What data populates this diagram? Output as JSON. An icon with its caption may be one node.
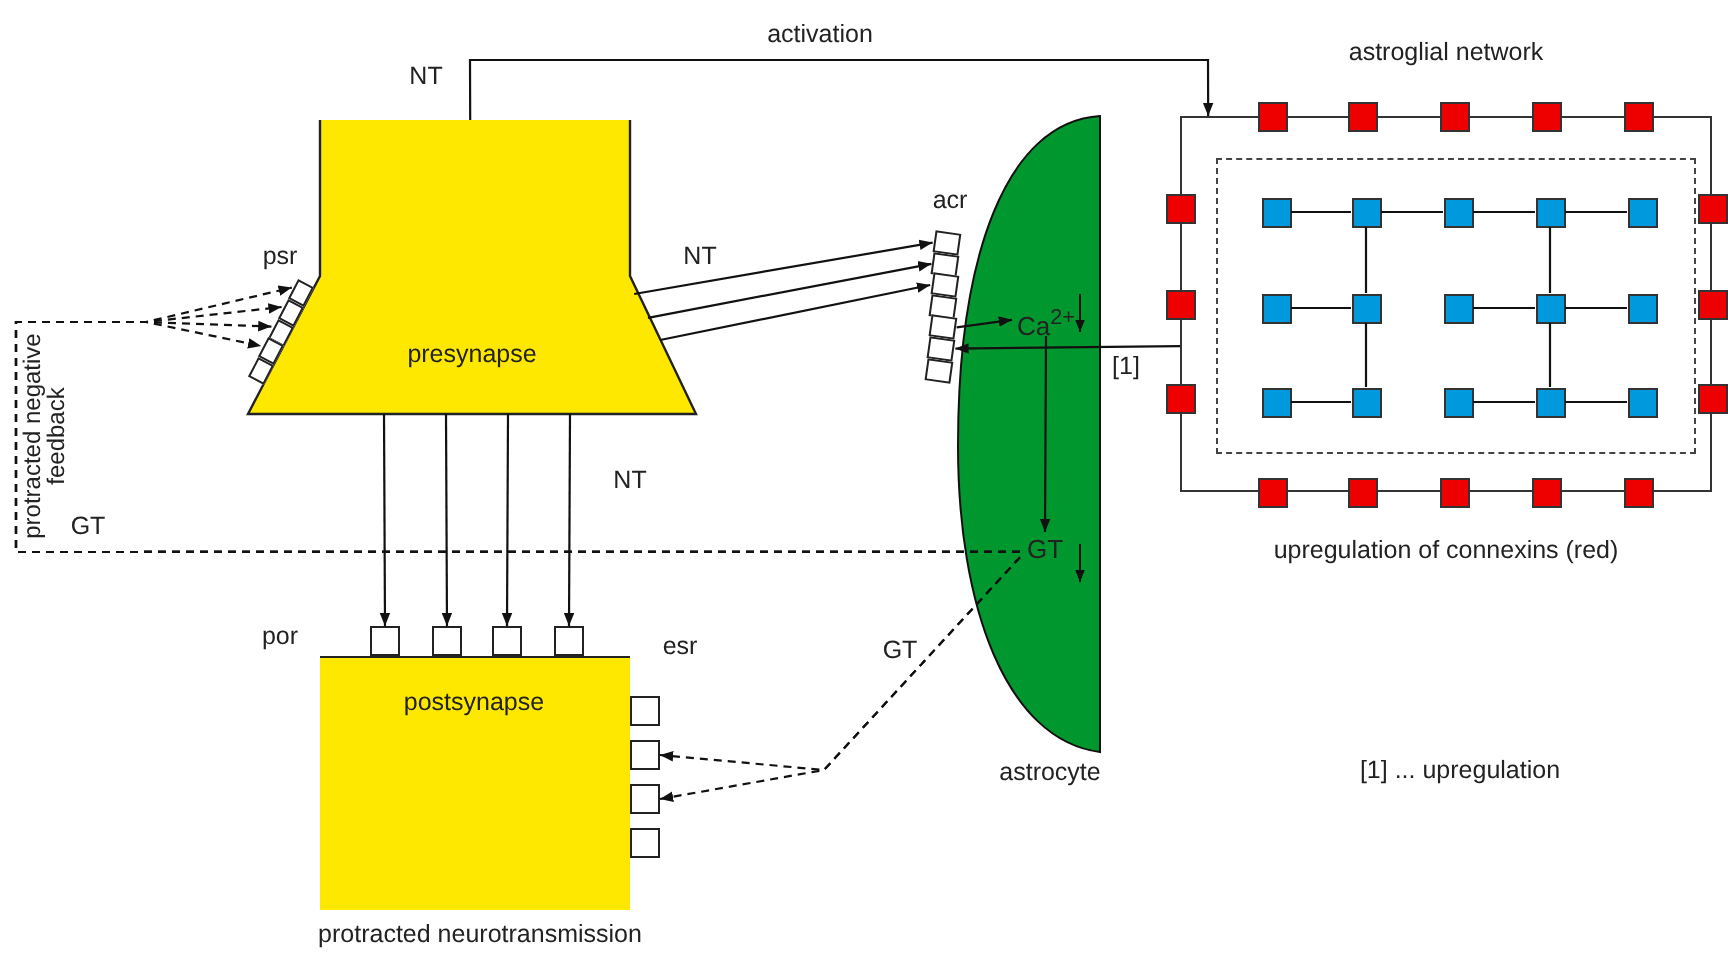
{
  "diagram": {
    "nodes": [
      {
        "text": [
          "presynapse"
        ]
      },
      {
        "text": [],
        "shape": "box"
      },
      {
        "text": [],
        "shape": "box"
      },
      {
        "text": [],
        "shape": "box"
      },
      {
        "text": [],
        "shape": "box"
      },
      {
        "text": [],
        "shape": "box"
      },
      {
        "text": [
          "postsynapse"
        ],
        "beside": [
          "protracted neurotransmission"
        ]
      },
      {
        "text": [],
        "shape": "box"
      },
      {
        "text": [],
        "shape": "box"
      },
      {
        "text": [],
        "shape": "box"
      },
      {
        "text": [],
        "shape": "box"
      },
      {
        "text": [],
        "shape": "box"
      },
      {
        "text": [],
        "shape": "box"
      },
      {
        "text": [],
        "shape": "box"
      },
      {
        "text": [],
        "shape": "box"
      },
      {
        "text": [],
        "shape": "ellipse",
        "beside": [
          "astrocyte"
        ]
      },
      {
        "text": [
          "Ca$^{2+}$"
        ],
        "in": 15
      },
      {
        "text": [
          "GT"
        ],
        "in": 15
      },
      {
        "text": [],
        "shape": "box"
      },
      {
        "text": [],
        "shape": "box"
      },
      {
        "text": [],
        "shape": "box"
      },
      {
        "text": [],
        "shape": "box"
      },
      {
        "text": [],
        "shape": "box"
      },
      {
        "text": [],
        "shape": "box"
      },
      {
        "text": [],
        "shape": "box"
      },
      {
        "text": [
          "astroglial network"
        ],
        "beside": [
          "upregulation of connexins (red)"
        ]
      },
      {
        "text": [],
        "shape": "box",
        "in": 25
      },
      {
        "text": [],
        "shape": "box",
        "in": 26
      },
      {
        "text": [],
        "shape": "box",
        "in": 26
      },
      {
        "text": [],
        "shape": "box",
        "in": 26
      },
      {
        "text": [],
        "shape": "box",
        "in": 26
      },
      {
        "text": [],
        "shape": "box",
        "in": 26
      },
      {
        "text": [],
        "shape": "box",
        "in": 26
      },
      {
        "text": [],
        "shape": "box",
        "in": 26
      },
      {
        "text": [],
        "shape": "box",
        "in": 26
      },
      {
        "text": [],
        "shape": "box",
        "in": 26
      },
      {
        "text": [],
        "shape": "box",
        "in": 26
      },
      {
        "text": [],
        "shape": "box",
        "in": 26
      },
      {
        "text": [],
        "shape": "box",
        "in": 26
      },
      {
        "text": [],
        "shape": "box",
        "in": 26
      },
      {
        "text": [],
        "shape": "box",
        "in": 26
      },
      {
        "text": [],
        "shape": "box",
        "in": 26
      },
      {
        "text": [],
        "shape": "box"
      },
      {
        "text": [],
        "shape": "box"
      },
      {
        "text": [],
        "shape": "box"
      },
      {
        "text": [],
        "shape": "box"
      },
      {
        "text": [],
        "shape": "box"
      },
      {
        "text": [],
        "shape": "box"
      },
      {
        "text": [],
        "shape": "box"
      },
      {
        "text": [],
        "shape": "box"
      },
      {
        "text": [],
        "shape": "box"
      },
      {
        "text": [],
        "shape": "box"
      },
      {
        "text": [],
        "shape": "box"
      },
      {
        "text": [],
        "shape": "box"
      },
      {
        "text": [],
        "shape": "box"
      },
      {
        "text": [],
        "shape": "box"
      },
      {
        "text": [],
        "shape": "box"
      },
      {
        "text": [],
        "shape": "box"
      }
    ],
    "edges": [
      {
        "from": 0,
        "to": 25,
        "arrow": "to",
        "label": "activation"
      },
      {
        "from": 0,
        "to": 18,
        "arrow": "to"
      },
      {
        "from": 0,
        "to": 19,
        "arrow": "to"
      },
      {
        "from": 0,
        "to": 20,
        "arrow": "to"
      },
      {
        "from": 0,
        "to": 7,
        "arrow": "to"
      },
      {
        "from": 0,
        "to": 8,
        "arrow": "to"
      },
      {
        "from": 0,
        "to": 9,
        "arrow": "to"
      },
      {
        "from": 0,
        "to": 10,
        "arrow": "to"
      },
      {
        "from": 22,
        "to": 16,
        "arrow": "to"
      },
      {
        "from": 16,
        "to": 17,
        "arrow": "to"
      },
      {
        "from": 25,
        "to": 23,
        "arrow": "to",
        "label": "[1]"
      },
      {
        "from": 17,
        "to": 1,
        "arrow": "to",
        "style": "dashed",
        "label": "GT"
      },
      {
        "from": 17,
        "to": 2,
        "arrow": "to",
        "style": "dashed"
      },
      {
        "from": 17,
        "to": 3,
        "arrow": "to",
        "style": "dashed"
      },
      {
        "from": 17,
        "to": 4,
        "arrow": "to",
        "style": "dashed"
      },
      {
        "from": 17,
        "to": 12,
        "arrow": "to",
        "style": "dashed",
        "label": "GT"
      },
      {
        "from": 17,
        "to": 13,
        "arrow": "to",
        "style": "dashed"
      },
      {
        "from": 27,
        "to": 28,
        "arrow": "none"
      },
      {
        "from": 28,
        "to": 29,
        "arrow": "none"
      },
      {
        "from": 29,
        "to": 30,
        "arrow": "none"
      },
      {
        "from": 30,
        "to": 31,
        "arrow": "none"
      },
      {
        "from": 28,
        "to": 33,
        "arrow": "none"
      },
      {
        "from": 33,
        "to": 38,
        "arrow": "none"
      },
      {
        "from": 32,
        "to": 33,
        "arrow": "none"
      },
      {
        "from": 34,
        "to": 35,
        "arrow": "none"
      },
      {
        "from": 35,
        "to": 36,
        "arrow": "none"
      },
      {
        "from": 30,
        "to": 35,
        "arrow": "none"
      },
      {
        "from": 35,
        "to": 40,
        "arrow": "none"
      },
      {
        "from": 37,
        "to": 38,
        "arrow": "none"
      },
      {
        "from": 39,
        "to": 40,
        "arrow": "none"
      },
      {
        "from": 40,
        "to": 41,
        "arrow": "none"
      }
    ],
    "labels": [
      "NT",
      "psr",
      "NT",
      "acr",
      "NT",
      "protracted negative feedback",
      "por",
      "esr",
      "[1] ... upregulation"
    ]
  }
}
